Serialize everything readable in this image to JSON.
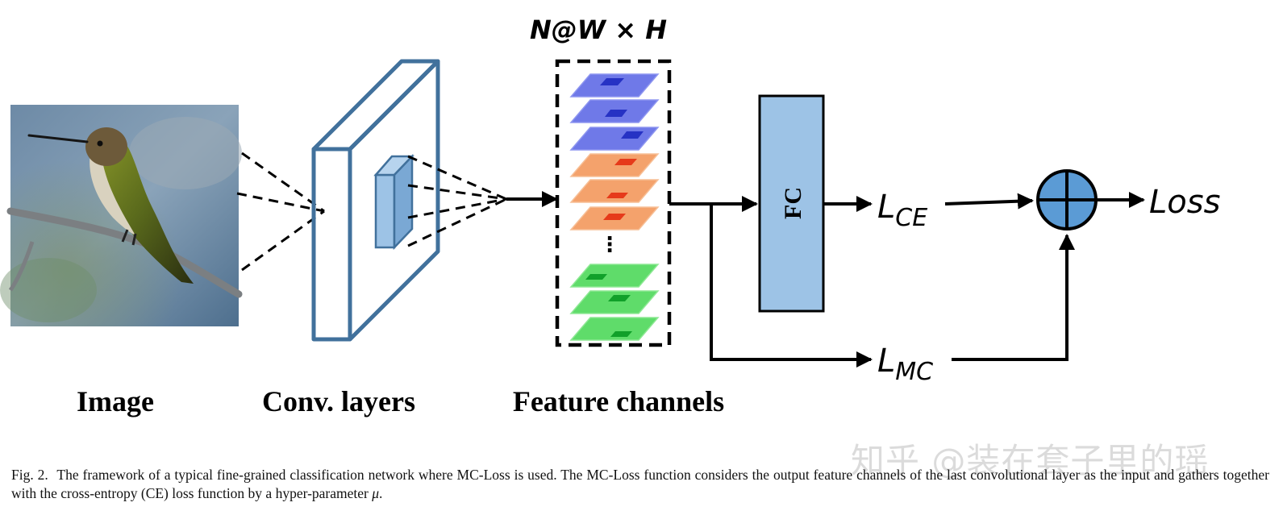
{
  "diagram": {
    "top_label": {
      "n": "N",
      "at": "@",
      "w": "W",
      "times": " × ",
      "h": "H"
    },
    "fc_label": "FC",
    "l_ce": {
      "base": "L",
      "sub": "CE"
    },
    "l_mc": {
      "base": "L",
      "sub": "MC"
    },
    "loss_label": "Loss",
    "ellipsis": "⋮",
    "stage_labels": {
      "image": "Image",
      "conv": "Conv. layers",
      "features": "Feature channels"
    },
    "colors": {
      "conv_stroke": "#41719c",
      "fc_fill": "#9dc3e6",
      "sum_fill": "#5b9bd5",
      "blue_channel": "#6f79e8",
      "orange_channel": "#f4a26c",
      "green_channel": "#5fdc6a"
    },
    "icons": {
      "sum_node": "circled-plus-icon",
      "image": "hummingbird-photo"
    }
  },
  "caption": {
    "fig_no": "Fig. 2.",
    "text": "The framework of a typical fine-grained classification network where MC-Loss is used. The MC-Loss function considers the output feature channels of the last convolutional layer as the input and gathers together with the cross-entropy (CE) loss function by a hyper-parameter",
    "mu": "μ",
    "end": "."
  },
  "watermark": "知乎 @装在套子里的瑶"
}
